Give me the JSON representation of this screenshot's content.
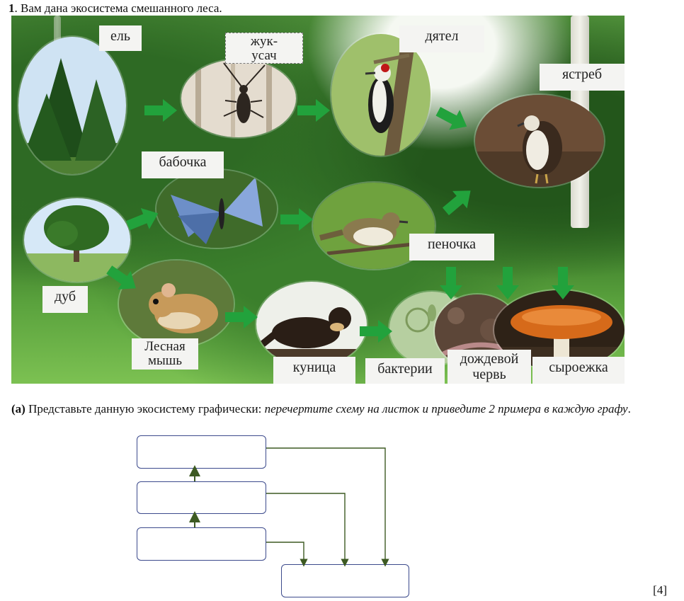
{
  "question": {
    "number": "1",
    "text": ". Вам дана экосистема смешанного леса."
  },
  "organisms": {
    "spruce": "ель",
    "beetle": "жук-\nусач",
    "woodpecker": "дятел",
    "hawk": "ястреб",
    "butterfly": "бабочка",
    "oak": "дуб",
    "warbler": "пеночка",
    "mouse": "Лесная\nмышь",
    "marten": "куница",
    "bacteria": "бактерии",
    "earthworm": "дождевой\nчервь",
    "mushroom": "сыроежка"
  },
  "task_a": {
    "prefix": "(a)",
    "text": " Представьте данную экосистему графически: ",
    "italic": "перечертите схему на листок и приведите 2 примера в каждую графу",
    "suffix": "."
  },
  "marks": "[4]",
  "colors": {
    "arrow_green": "#22a23c",
    "box_border": "#3c4a8c",
    "connector": "#3d5a22"
  }
}
